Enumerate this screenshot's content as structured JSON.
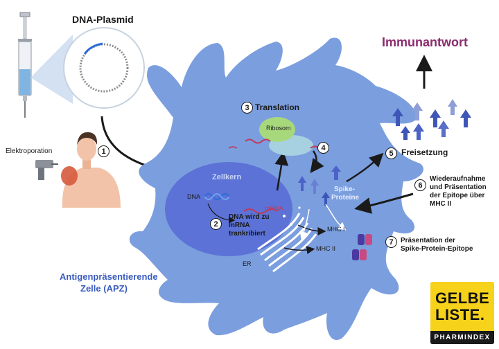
{
  "labels": {
    "plasmid": "DNA-Plasmid",
    "elektroporation": "Elektroporation",
    "immunantwort": "Immunantwort",
    "translation": "Translation",
    "ribosom": "Ribosom",
    "zellkern": "Zellkern",
    "dna": "DNA",
    "mrna": "mRNA",
    "transcription_l1": "DNA wird zu",
    "transcription_l2": "mRNA",
    "transcription_l3": "trankribiert",
    "spike_l1": "Spike-",
    "spike_l2": "Proteine",
    "freisetzung": "Freisetzung",
    "wieder_l1": "Wiederaufnahme",
    "wieder_l2": "und Präsentation",
    "wieder_l3": "der Epitope über",
    "wieder_l4": "MHC II",
    "mhc1": "MHC I",
    "mhc2": "MHC II",
    "er": "ER",
    "praes_l1": "Präsentation der",
    "praes_l2": "Spike-Protein-Epitope",
    "apz_l1": "Antigenpräsentierende",
    "apz_l2": "Zelle (APZ)"
  },
  "steps": [
    "1",
    "2",
    "3",
    "4",
    "5",
    "6",
    "7"
  ],
  "logo": {
    "line1": "GELBE",
    "line2": "LISTE.",
    "sub": "PHARMINDEX"
  },
  "colors": {
    "cell": "#7b9ede",
    "nucleus": "#5c72d6",
    "immunantwort": "#8a2b6c",
    "apz_text": "#3a5bbf",
    "logo_bg": "#f6d21b"
  }
}
